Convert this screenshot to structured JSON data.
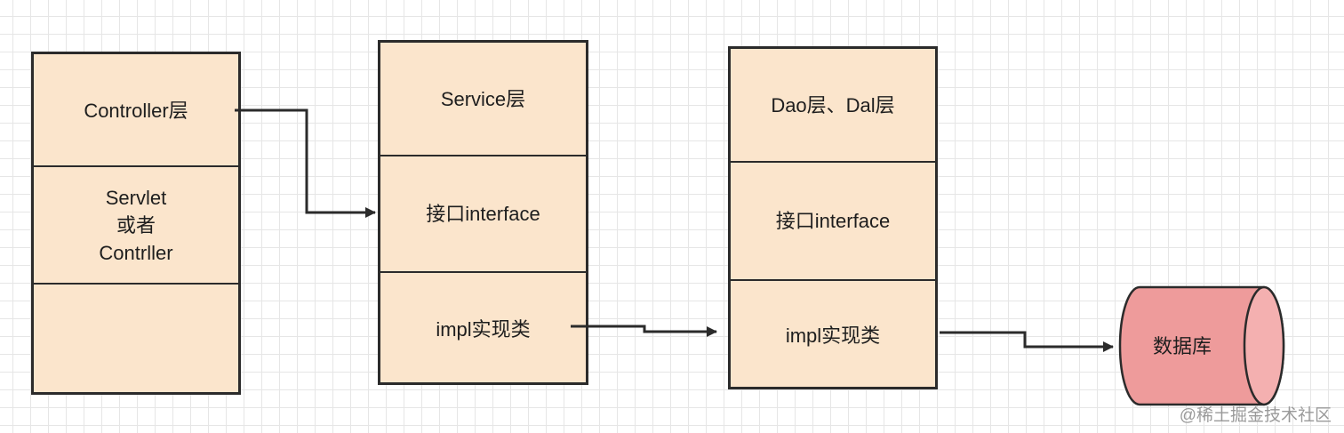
{
  "controller_stack": {
    "top": "Controller层",
    "middle": "Servlet\n或者\nContrller",
    "bottom": ""
  },
  "service_stack": {
    "top": "Service层",
    "middle": "接口interface",
    "bottom": "impl实现类"
  },
  "dao_stack": {
    "top": "Dao层、Dal层",
    "middle": "接口interface",
    "bottom": "impl实现类"
  },
  "database": {
    "label": "数据库",
    "fill_color": "#ee9b9b",
    "top_color": "#f4b0b0"
  },
  "colors": {
    "box_fill": "#fbe5cc",
    "stroke": "#2b2b2b"
  },
  "watermark": "@稀土掘金技术社区"
}
